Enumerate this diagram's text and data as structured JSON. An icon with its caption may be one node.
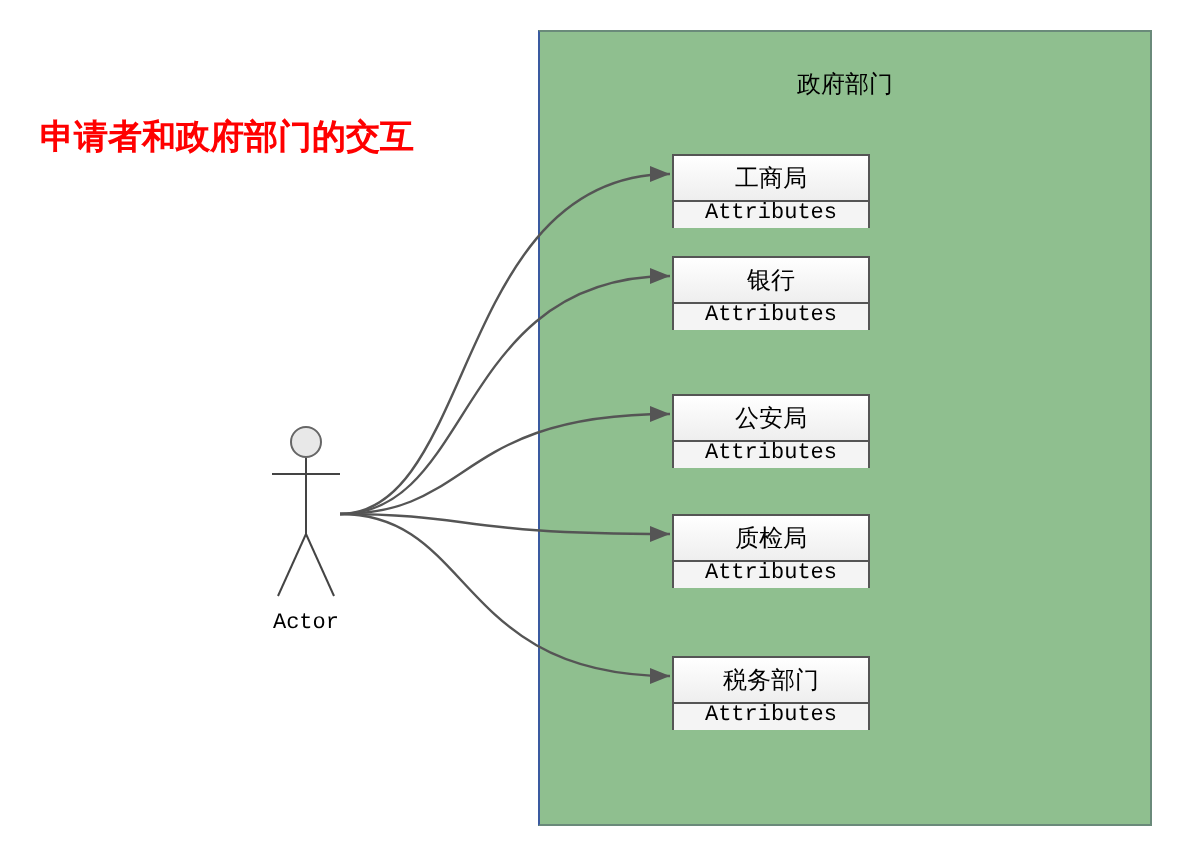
{
  "diagram": {
    "title": "申请者和政府部门的交互",
    "nodes": [
      {
        "text": [
          "政府部门"
        ]
      },
      {
        "text": [
          "工商局",
          "Attributes"
        ],
        "in": 0
      },
      {
        "text": [
          "银行",
          "Attributes"
        ],
        "in": 0
      },
      {
        "text": [
          "公安局",
          "Attributes"
        ],
        "in": 0
      },
      {
        "text": [
          "质检局",
          "Attributes"
        ],
        "in": 0
      },
      {
        "text": [
          "税务部门",
          "Attributes"
        ],
        "in": 0
      },
      {
        "text": [
          "Actor"
        ]
      }
    ],
    "edges": [
      {
        "from": 6,
        "to": 1,
        "arrow": "to"
      },
      {
        "from": 6,
        "to": 2,
        "arrow": "to"
      },
      {
        "from": 6,
        "to": 3,
        "arrow": "to"
      },
      {
        "from": 6,
        "to": 4,
        "arrow": "to"
      },
      {
        "from": 6,
        "to": 5,
        "arrow": "to"
      }
    ]
  }
}
